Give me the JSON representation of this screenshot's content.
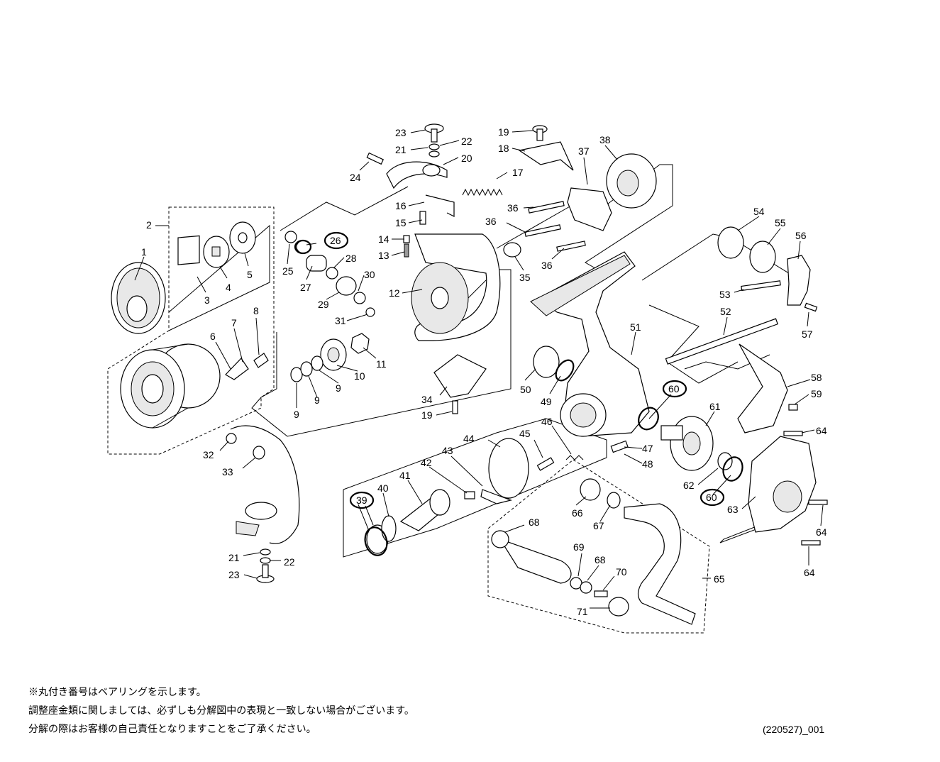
{
  "notes": [
    "※丸付き番号はベアリングを示します。",
    "調整座金類に関しましては、必ずしも分解図中の表現と一致しない場合がございます。",
    "分解の際はお客様の自己責任となりますことをご了承ください。"
  ],
  "code": "(220527)_001",
  "labels": {
    "l2": "2",
    "l1": "1",
    "l3": "3",
    "l4": "4",
    "l5": "5",
    "l6": "6",
    "l7": "7",
    "l8": "8",
    "l9a": "9",
    "l9b": "9",
    "l9c": "9",
    "l10": "10",
    "l11": "11",
    "l12": "12",
    "l13": "13",
    "l14": "14",
    "l15": "15",
    "l16": "16",
    "l17": "17",
    "l18": "18",
    "l19a": "19",
    "l19b": "19",
    "l20": "20",
    "l21a": "21",
    "l21b": "21",
    "l22a": "22",
    "l22b": "22",
    "l23a": "23",
    "l23b": "23",
    "l24": "24",
    "l25": "25",
    "l26": "26",
    "l27": "27",
    "l28": "28",
    "l29": "29",
    "l30": "30",
    "l31": "31",
    "l32": "32",
    "l33": "33",
    "l34": "34",
    "l35": "35",
    "l36a": "36",
    "l36b": "36",
    "l36c": "36",
    "l37": "37",
    "l38": "38",
    "l39": "39",
    "l40": "40",
    "l41": "41",
    "l42": "42",
    "l43": "43",
    "l44": "44",
    "l45": "45",
    "l46": "46",
    "l47": "47",
    "l48": "48",
    "l49": "49",
    "l50": "50",
    "l51": "51",
    "l52": "52",
    "l53": "53",
    "l54": "54",
    "l55": "55",
    "l56": "56",
    "l57": "57",
    "l58": "58",
    "l59": "59",
    "l60a": "60",
    "l60b": "60",
    "l61": "61",
    "l62": "62",
    "l63": "63",
    "l64a": "64",
    "l64b": "64",
    "l64c": "64",
    "l65": "65",
    "l66": "66",
    "l67": "67",
    "l68a": "68",
    "l68b": "68",
    "l69": "69",
    "l70": "70",
    "l71": "71"
  }
}
